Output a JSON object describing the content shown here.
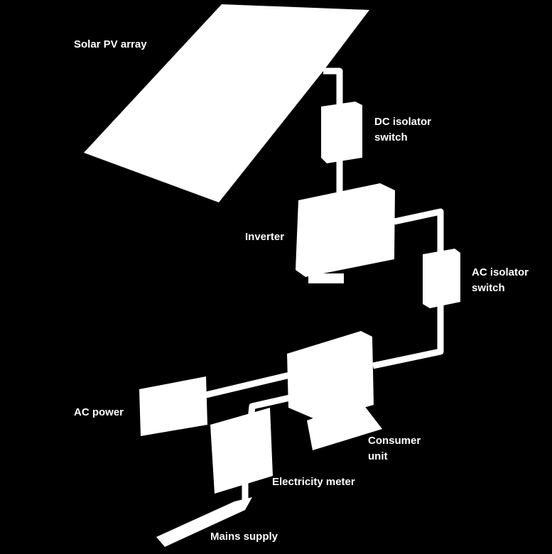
{
  "labels": {
    "solar_pv_array": "Solar PV array",
    "dc_isolator_switch": [
      "DC isolator",
      "switch"
    ],
    "inverter": "Inverter",
    "ac_isolator_switch": [
      "AC isolator",
      "switch"
    ],
    "ac_power": "AC power",
    "consumer_unit": [
      "Consumer",
      "unit"
    ],
    "electricity_meter": "Electricity meter",
    "mains_supply": "Mains supply"
  },
  "colors": {
    "background": "#000000",
    "components": "#ffffff"
  }
}
